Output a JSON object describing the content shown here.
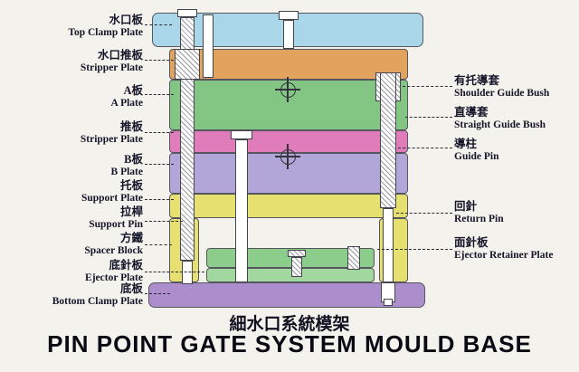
{
  "titles": {
    "subtitle_zh": "細水口系統模架",
    "title_en": "PIN POINT GATE SYSTEM MOULD BASE"
  },
  "labels": {
    "left": [
      {
        "zh": "水口板",
        "en": "Top Clamp Plate"
      },
      {
        "zh": "水口推板",
        "en": "Stripper Plate"
      },
      {
        "zh": "A板",
        "en": "A Plate"
      },
      {
        "zh": "推板",
        "en": "Stripper Plate"
      },
      {
        "zh": "B板",
        "en": "B Plate"
      },
      {
        "zh": "托板",
        "en": "Support Plate"
      },
      {
        "zh": "拉桿",
        "en": "Support Pin"
      },
      {
        "zh": "方鐵",
        "en": "Spacer Block"
      },
      {
        "zh": "底針板",
        "en": "Ejector Plate"
      },
      {
        "zh": "底板",
        "en": "Bottom Clamp Plate"
      }
    ],
    "right": [
      {
        "zh": "有托導套",
        "en": "Shoulder Guide Bush"
      },
      {
        "zh": "直導套",
        "en": "Straight Guide Bush"
      },
      {
        "zh": "導柱",
        "en": "Guide Pin"
      },
      {
        "zh": "回針",
        "en": "Return Pin"
      },
      {
        "zh": "面針板",
        "en": "Ejector Retainer Plate"
      }
    ]
  },
  "palette": {
    "top_clamp_plate": "#aad6ea",
    "stripper_plate_top": "#e2a35f",
    "a_plate": "#83c683",
    "stripper_plate_mid": "#e07cba",
    "b_plate": "#b2a5d8",
    "support_plate": "#e6e070",
    "spacer_block": "#e6e070",
    "ejector_retainer_plate": "#8ccd8c",
    "ejector_plate": "#a0d8a0",
    "bottom_clamp_plate": "#ab8ecb",
    "pin_fill": "#ffffff",
    "label_text": "#15152a",
    "background": "#f4f2ec"
  }
}
